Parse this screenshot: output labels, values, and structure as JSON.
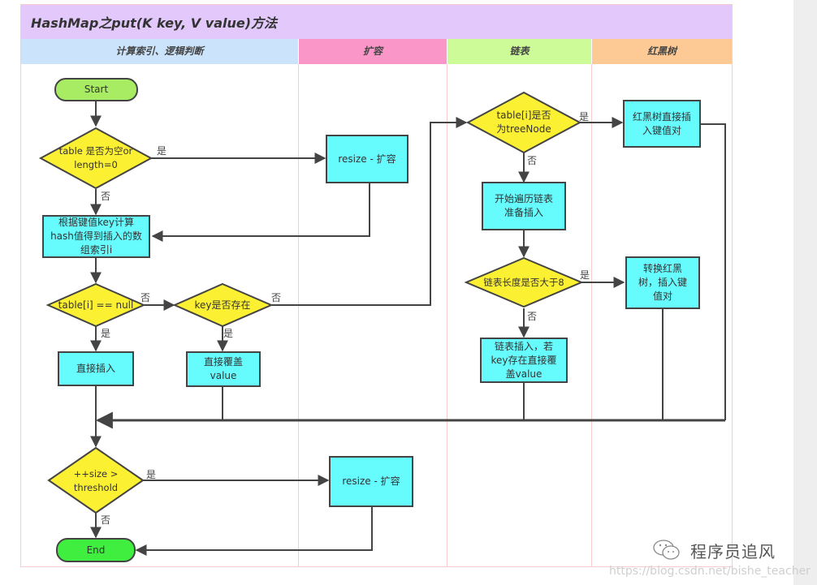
{
  "diagram": {
    "title": "HashMap之put(K key, V value)方法",
    "lanes": [
      {
        "label": "计算索引、逻辑判断",
        "color": "#cbe4fb"
      },
      {
        "label": "扩容",
        "color": "#fb96c8"
      },
      {
        "label": "链表",
        "color": "#ccfb98"
      },
      {
        "label": "红黑树",
        "color": "#fdca95"
      }
    ],
    "colors": {
      "start": "#a7ec62",
      "end": "#3fee3f",
      "decision": "#fcf032",
      "process": "#66fbfd",
      "edge": "#444444"
    },
    "nodes": {
      "start": "Start",
      "check_table_empty": "table 是否为空or length=0",
      "resize1": "resize - 扩容",
      "compute_index": "根据键值key计算hash值得到插入的数组索引i",
      "check_null": "table[i] == null",
      "check_key": "key是否存在",
      "direct_insert": "直接插入",
      "direct_override": "直接覆盖value",
      "check_treenode": "table[i]是否为treeNode",
      "tree_insert": "红黑树直接插入键值对",
      "traverse_list": "开始遍历链表准备插入",
      "check_length": "链表长度是否大于8",
      "convert_tree": "转换红黑树，插入键值对",
      "list_insert": "链表插入，若key存在直接覆盖value",
      "check_size": "++size > threshold",
      "resize2": "resize - 扩容",
      "end": "End"
    },
    "edge_labels": {
      "yes": "是",
      "no": "否"
    }
  },
  "watermark": {
    "brand": "程序员追风",
    "url": "https://blog.csdn.net/bishe_teacher",
    "icon": "wechat-icon"
  }
}
